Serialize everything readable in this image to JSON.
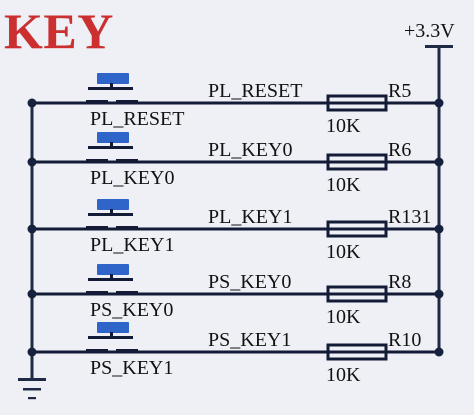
{
  "diagram": {
    "title": "KEY",
    "supply_label": "+3.3V",
    "colors": {
      "title": "#cc2f2f",
      "wire": "#131b36",
      "resistor": "#131b36",
      "button_cap": "#2f64c8",
      "node": "#16213e",
      "background": "#eef0f6",
      "text": "#121212"
    },
    "rows": [
      {
        "net": "PL_RESET",
        "button_label": "PL_RESET",
        "resistor_ref": "R5",
        "resistor_value": "10K"
      },
      {
        "net": "PL_KEY0",
        "button_label": "PL_KEY0",
        "resistor_ref": "R6",
        "resistor_value": "10K"
      },
      {
        "net": "PL_KEY1",
        "button_label": "PL_KEY1",
        "resistor_ref": "R131",
        "resistor_value": "10K"
      },
      {
        "net": "PS_KEY0",
        "button_label": "PS_KEY0",
        "resistor_ref": "R8",
        "resistor_value": "10K"
      },
      {
        "net": "PS_KEY1",
        "button_label": "PS_KEY1",
        "resistor_ref": "R10",
        "resistor_value": "10K"
      }
    ]
  }
}
